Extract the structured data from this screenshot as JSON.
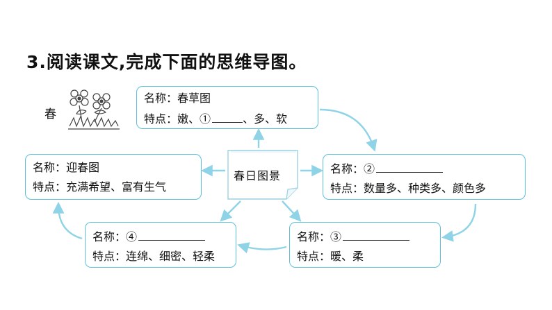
{
  "title": "3.阅读课文,完成下面的思维导图。",
  "spring_label": "春",
  "center": "春日图景",
  "boxes": {
    "top": {
      "name": "名称：春草图",
      "feature_pre": "特点：嫩、①",
      "feature_post": "、多、软"
    },
    "right": {
      "name_pre": "名称：②",
      "feature": "特点：数量多、种类多、颜色多"
    },
    "bottom_right": {
      "name_pre": "名称：③",
      "feature": "特点：暖、柔"
    },
    "bottom_left": {
      "name_pre": "名称：④",
      "feature": "特点：连绵、细密、轻柔"
    },
    "left": {
      "name": "名称：迎春图",
      "feature": "特点：充满希望、富有生气"
    }
  },
  "colors": {
    "accent": "#5bbfd8",
    "arrow": "#8fd3e6",
    "text": "#111111"
  }
}
